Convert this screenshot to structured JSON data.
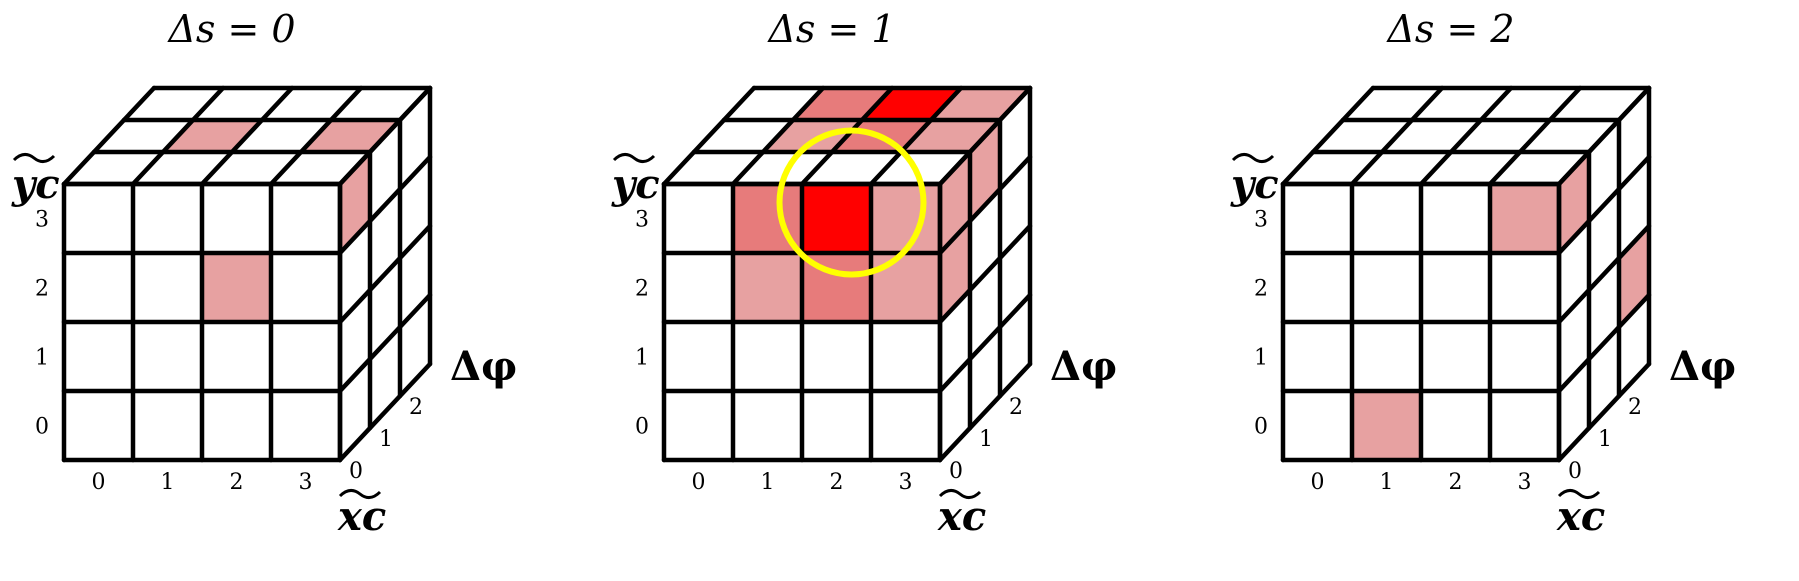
{
  "panels": [
    {
      "id": "ds0",
      "title": "Δs = 0",
      "highlight": {
        "front": [
          [
            2,
            2,
            "light"
          ]
        ],
        "top": [
          [
            1,
            1,
            "light"
          ],
          [
            3,
            1,
            "light"
          ]
        ],
        "right": [
          [
            0,
            3,
            "light"
          ]
        ]
      }
    },
    {
      "id": "ds1",
      "title": "Δs = 1",
      "center_cell": [
        2,
        3
      ],
      "circle_color": "#ffff00",
      "highlight": {
        "front": [
          [
            1,
            3,
            "mid"
          ],
          [
            2,
            3,
            "red"
          ],
          [
            3,
            3,
            "light"
          ],
          [
            1,
            2,
            "light"
          ],
          [
            2,
            2,
            "mid"
          ],
          [
            3,
            2,
            "light"
          ]
        ],
        "top": [
          [
            1,
            1,
            "light"
          ],
          [
            2,
            1,
            "mid"
          ],
          [
            3,
            1,
            "light"
          ],
          [
            1,
            2,
            "mid"
          ],
          [
            2,
            2,
            "red"
          ],
          [
            3,
            2,
            "light"
          ]
        ],
        "right": [
          [
            0,
            3,
            "light"
          ],
          [
            0,
            2,
            "light"
          ],
          [
            1,
            3,
            "light"
          ]
        ]
      }
    },
    {
      "id": "ds2",
      "title": "Δs = 2",
      "highlight": {
        "front": [
          [
            3,
            3,
            "light"
          ],
          [
            1,
            0,
            "light"
          ]
        ],
        "top": [],
        "right": [
          [
            0,
            3,
            "light"
          ],
          [
            2,
            1,
            "light"
          ]
        ]
      }
    }
  ],
  "axes": {
    "y_label": "yc",
    "x_label": "xc",
    "phi_label": "Δφ",
    "y_ticks": [
      "0",
      "1",
      "2",
      "3"
    ],
    "x_ticks": [
      "0",
      "1",
      "2",
      "3"
    ],
    "phi_ticks": [
      "0",
      "1",
      "2"
    ]
  },
  "colors": {
    "light": "#e7a1a1",
    "mid": "#e77b7b",
    "red": "#ff0000",
    "grid": "#000000"
  }
}
